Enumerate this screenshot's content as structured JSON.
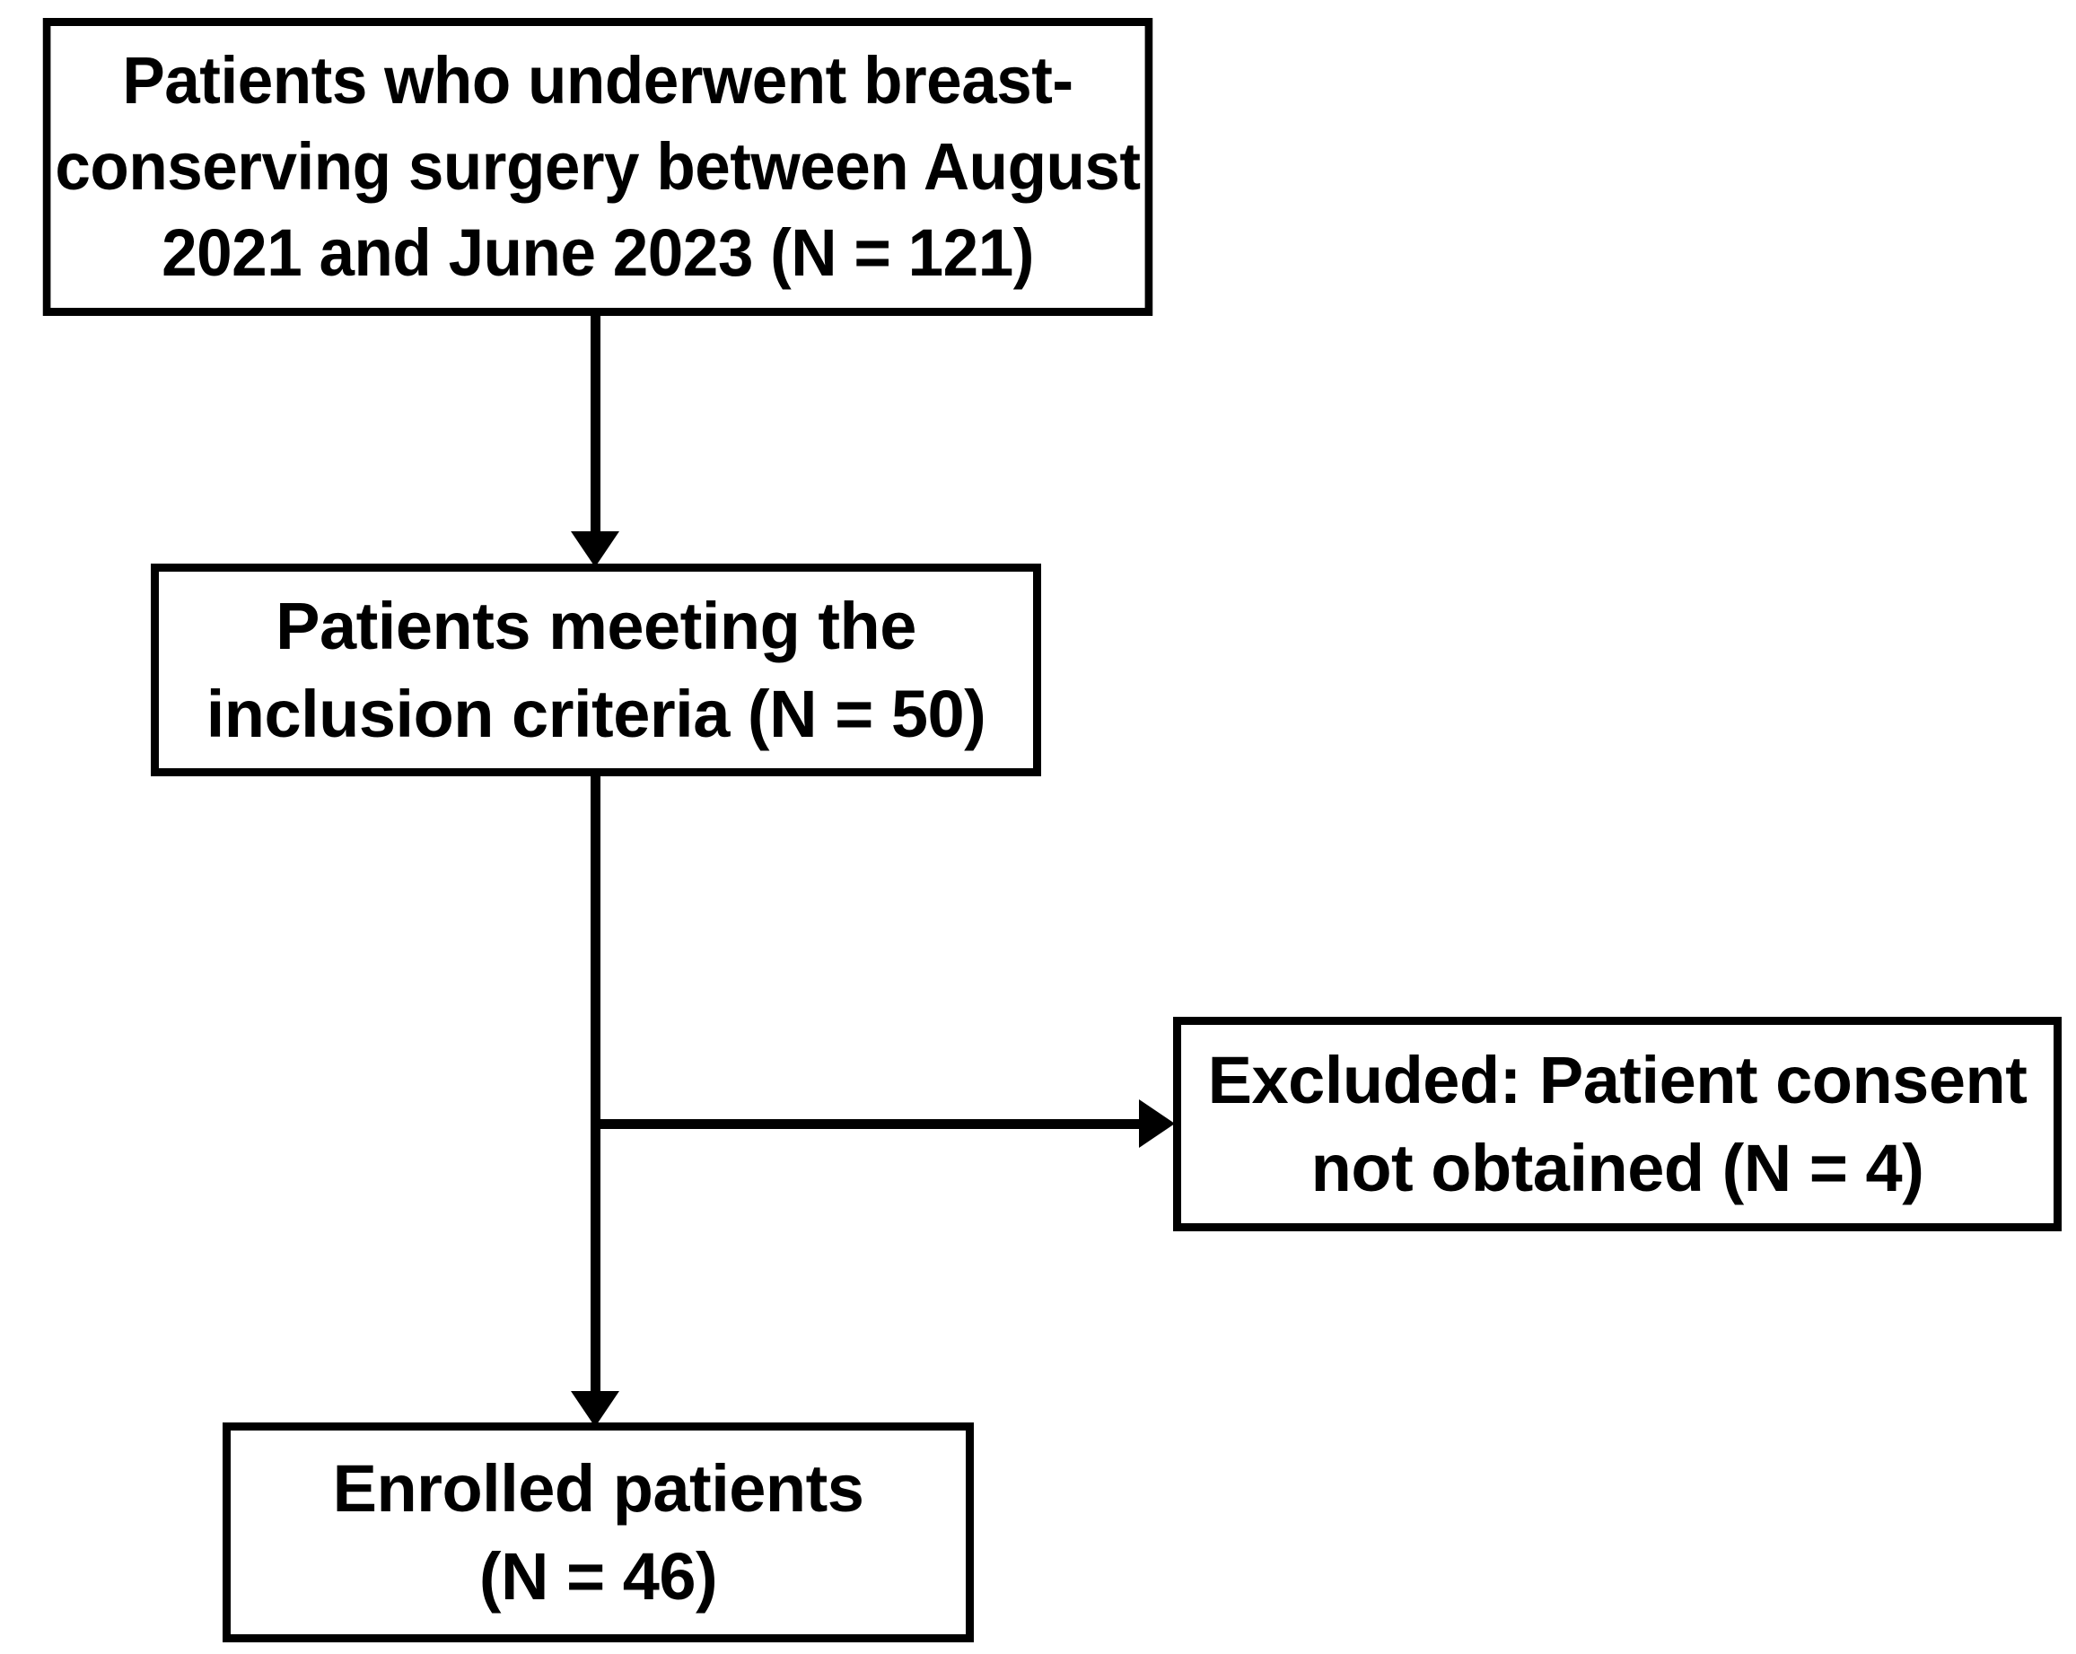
{
  "diagram": {
    "type": "study-flow-diagram",
    "orientation": "top-down",
    "background_color": "#ffffff",
    "stroke_color": "#000000",
    "text_color": "#000000",
    "nodes": [
      {
        "id": "source",
        "role": "screened-population",
        "lines": [
          "Patients who underwent breast-",
          "conserving surgery between August",
          "2021 and June 2023 (N = 121)"
        ],
        "count_label": "N = 121",
        "count_value": 121
      },
      {
        "id": "eligible",
        "role": "met-inclusion-criteria",
        "lines": [
          "Patients meeting the",
          "inclusion criteria (N = 50)"
        ],
        "count_label": "N = 50",
        "count_value": 50
      },
      {
        "id": "excluded",
        "role": "excluded-population",
        "lines": [
          "Excluded: Patient consent",
          "not obtained (N = 4)"
        ],
        "count_label": "N = 4",
        "count_value": 4
      },
      {
        "id": "enrolled",
        "role": "final-enrolled-population",
        "lines": [
          "Enrolled patients",
          "(N = 46)"
        ],
        "count_label": "N = 46",
        "count_value": 46
      }
    ],
    "edges": [
      {
        "id": "source-to-eligible",
        "from": "source",
        "to": "eligible",
        "direction": "down"
      },
      {
        "id": "eligible-to-enrolled",
        "from": "eligible",
        "to": "enrolled",
        "direction": "down"
      },
      {
        "id": "branch-to-excluded",
        "from": "eligible",
        "to": "excluded",
        "direction": "right"
      }
    ]
  }
}
